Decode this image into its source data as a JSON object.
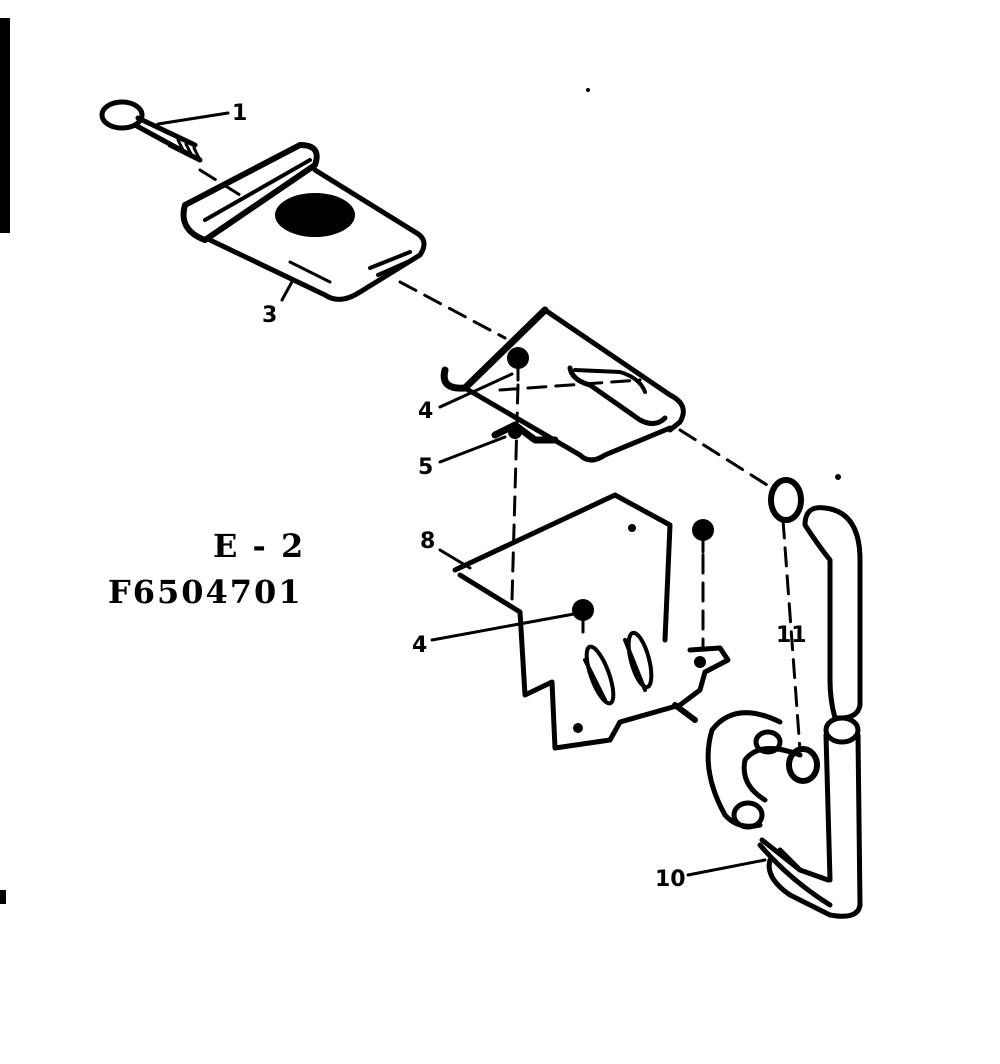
{
  "diagram": {
    "figure_code": "E - 2",
    "part_number": "F6504701",
    "callouts": {
      "c1": "1",
      "c3": "3",
      "c4a": "4",
      "c5": "5",
      "c8": "8",
      "c4b": "4",
      "c11": "11",
      "c10": "10"
    }
  }
}
